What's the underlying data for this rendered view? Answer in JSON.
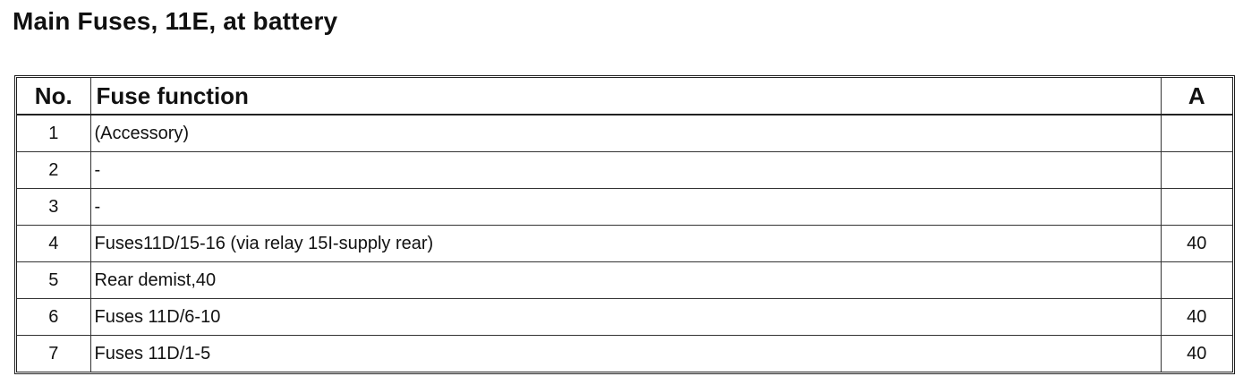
{
  "title": "Main Fuses, 11E, at battery",
  "table": {
    "headers": {
      "no": "No.",
      "function": "Fuse function",
      "amps": "A"
    },
    "rows": [
      {
        "no": "1",
        "function": "(Accessory)",
        "amps": ""
      },
      {
        "no": "2",
        "function": "-",
        "amps": ""
      },
      {
        "no": "3",
        "function": "-",
        "amps": ""
      },
      {
        "no": "4",
        "function": "Fuses11D/15-16 (via relay 15I-supply rear)",
        "amps": "40"
      },
      {
        "no": "5",
        "function": "Rear demist,40",
        "amps": ""
      },
      {
        "no": "6",
        "function": "Fuses 11D/6-10",
        "amps": "40"
      },
      {
        "no": "7",
        "function": "Fuses 11D/1-5",
        "amps": "40"
      }
    ]
  }
}
